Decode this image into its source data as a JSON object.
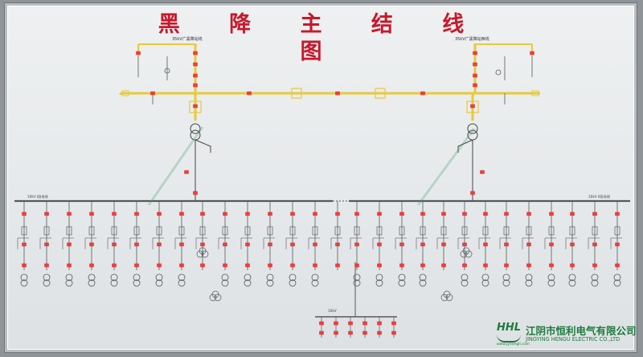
{
  "title": "黑 降 主 结 线 图",
  "incoming_left_label": "35kV广黑降站线",
  "incoming_right_label": "35kV广黑降站西线",
  "bus_left_label": "10kV I段母线",
  "bus_right_label": "10kV II段母线",
  "bus_sub_label": "10kV",
  "company": {
    "abbr": "HHL",
    "cn_name": "江阴市恒利电气有限公司",
    "en_name": "JINGYING HENGU ELECTRIC CO.,LTD",
    "url": "www.jyhengli.com"
  },
  "colors": {
    "title_red": "#c8182c",
    "high_voltage_yellow": "#e8c93a",
    "indicator_red": "#ff3b3b",
    "line_gray": "#555a60",
    "company_green": "#1f7a3f"
  }
}
